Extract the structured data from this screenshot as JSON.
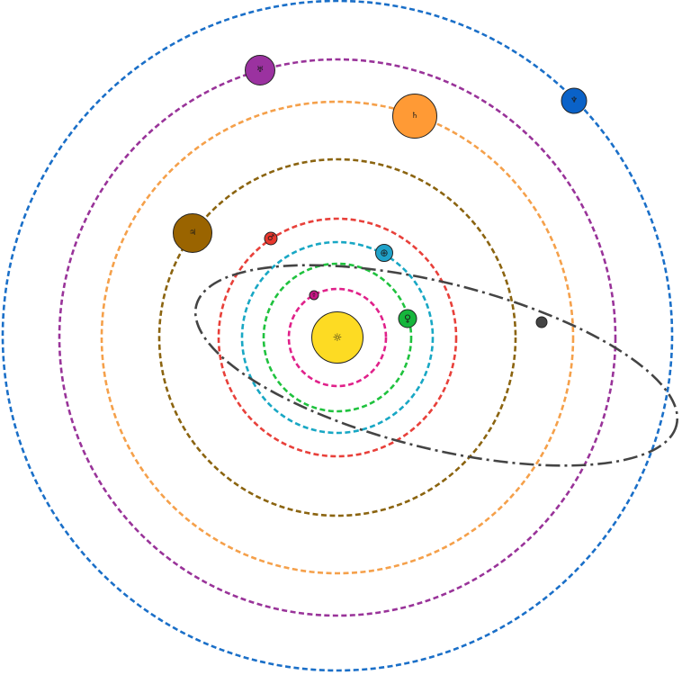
{
  "sun": {
    "symbol": "☼",
    "color": "#fddb23"
  },
  "planets": [
    {
      "id": "mercury",
      "symbol": "☿",
      "color": "#c71585",
      "orbit_color": "#e0218a"
    },
    {
      "id": "venus",
      "symbol": "♀",
      "color": "#16b63c",
      "orbit_color": "#1fc23e"
    },
    {
      "id": "earth",
      "symbol": "⊕",
      "color": "#1fa2c9",
      "orbit_color": "#18a7c4"
    },
    {
      "id": "mars",
      "symbol": "♂",
      "color": "#e8382e",
      "orbit_color": "#e8403a"
    },
    {
      "id": "jupiter",
      "symbol": "♃",
      "color": "#9a6400",
      "orbit_color": "#8b6410"
    },
    {
      "id": "saturn",
      "symbol": "♄",
      "color": "#ff9a35",
      "orbit_color": "#f5a04a"
    },
    {
      "id": "uranus",
      "symbol": "♅",
      "color": "#9b32a0",
      "orbit_color": "#993399"
    },
    {
      "id": "neptune",
      "symbol": "♆",
      "color": "#0a62c8",
      "orbit_color": "#1a6fc8"
    }
  ],
  "comet": {
    "id": "comet",
    "color": "#444444",
    "orbit_color": "#444444"
  }
}
